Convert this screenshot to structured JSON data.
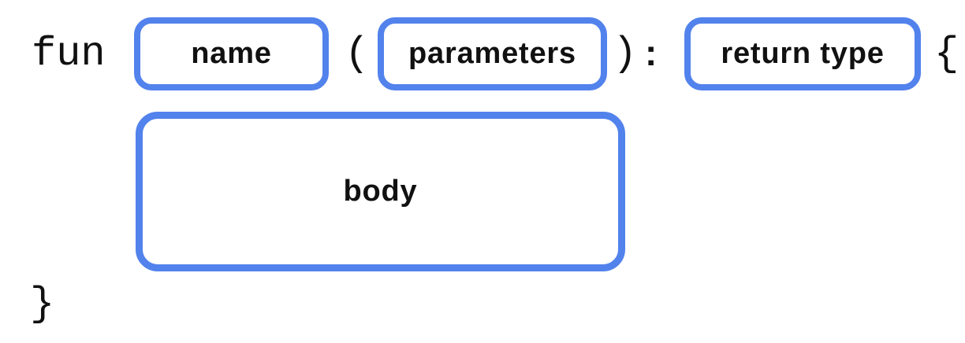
{
  "diagram": {
    "description": "Kotlin function syntax anatomy diagram",
    "keyword": "fun",
    "punctuation": {
      "open_paren": "(",
      "close_paren": ")",
      "colon": ":",
      "open_brace": "{",
      "close_brace": "}"
    },
    "slots": {
      "name": "name",
      "parameters": "parameters",
      "return_type": "return type",
      "body": "body"
    },
    "colors": {
      "box_border": "#5282EC",
      "text": "#111111",
      "background": "#FFFFFF"
    }
  }
}
